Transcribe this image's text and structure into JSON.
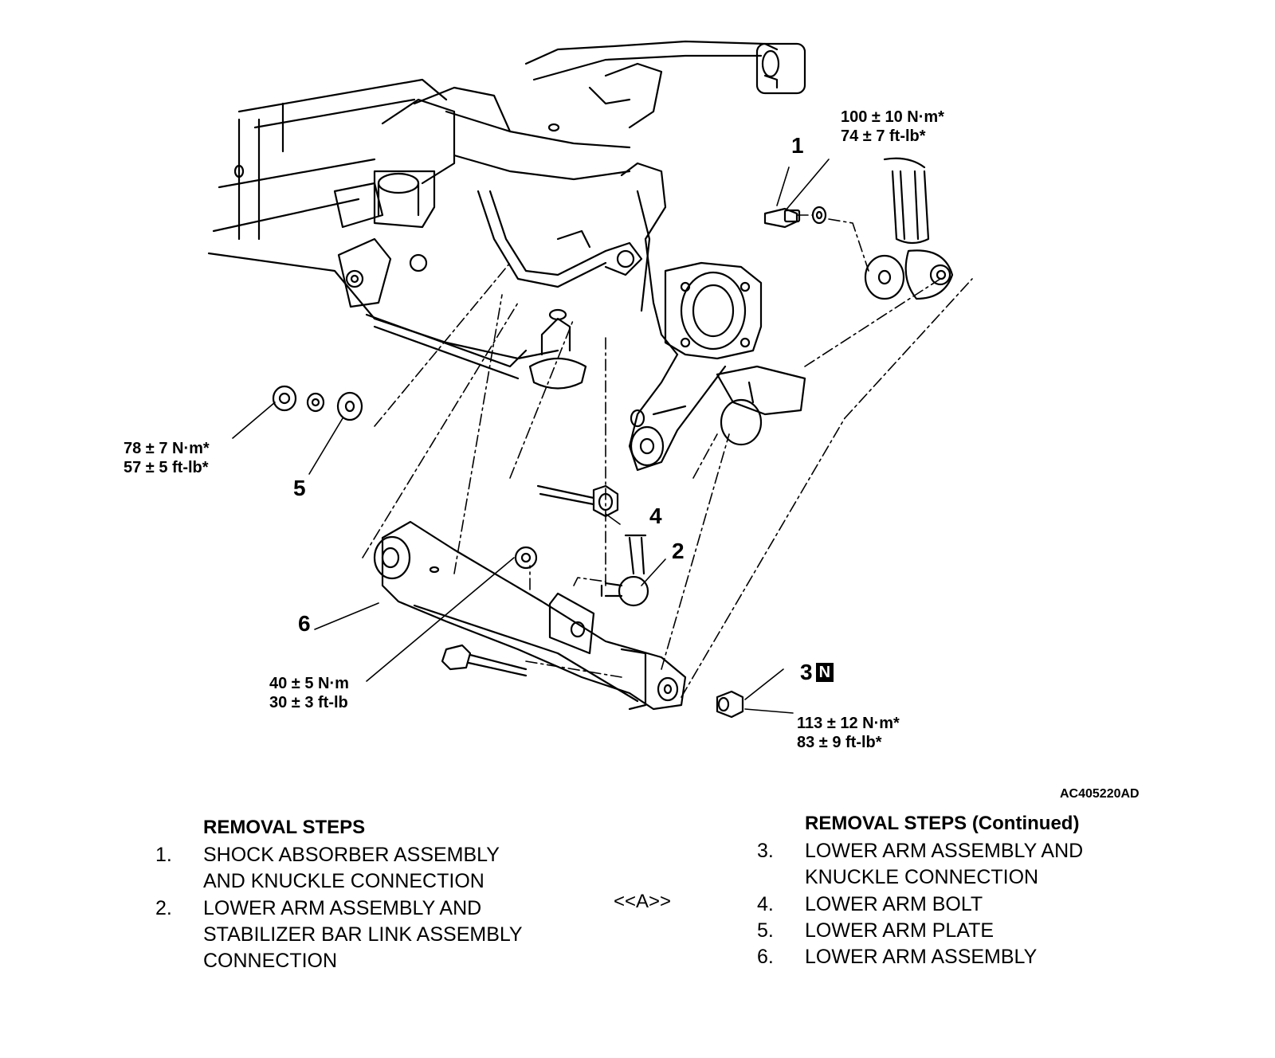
{
  "figure_id": "AC405220AD",
  "callouts": {
    "c1": {
      "number": "1"
    },
    "c2": {
      "number": "2"
    },
    "c3": {
      "number": "3",
      "badge": "N"
    },
    "c4": {
      "number": "4"
    },
    "c5": {
      "number": "5"
    },
    "c6": {
      "number": "6"
    }
  },
  "torques": {
    "shock_bolt": {
      "metric": "100 ± 10 N·m*",
      "imperial": "74 ± 7 ft-lb*"
    },
    "plate_nut": {
      "metric": "78 ± 7 N·m*",
      "imperial": "57 ± 5 ft-lb*"
    },
    "stabilizer_nut": {
      "metric": "40 ± 5 N·m",
      "imperial": "30 ± 3 ft-lb"
    },
    "knuckle_nut": {
      "metric": "113 ± 12 N·m*",
      "imperial": "83 ± 9 ft-lb*"
    }
  },
  "removal_steps": {
    "title": "REMOVAL STEPS",
    "title_continued": "REMOVAL STEPS (Continued)",
    "marker": "<<A>>",
    "steps": [
      {
        "n": "1.",
        "lines": [
          "SHOCK ABSORBER ASSEMBLY",
          "AND KNUCKLE CONNECTION"
        ]
      },
      {
        "n": "2.",
        "lines": [
          "LOWER ARM ASSEMBLY AND",
          "STABILIZER BAR LINK ASSEMBLY",
          "CONNECTION"
        ]
      },
      {
        "n": "3.",
        "lines": [
          "LOWER ARM ASSEMBLY AND",
          "KNUCKLE CONNECTION"
        ]
      },
      {
        "n": "4.",
        "lines": [
          "LOWER ARM BOLT"
        ]
      },
      {
        "n": "5.",
        "lines": [
          "LOWER ARM PLATE"
        ]
      },
      {
        "n": "6.",
        "lines": [
          "LOWER ARM ASSEMBLY"
        ]
      }
    ]
  }
}
